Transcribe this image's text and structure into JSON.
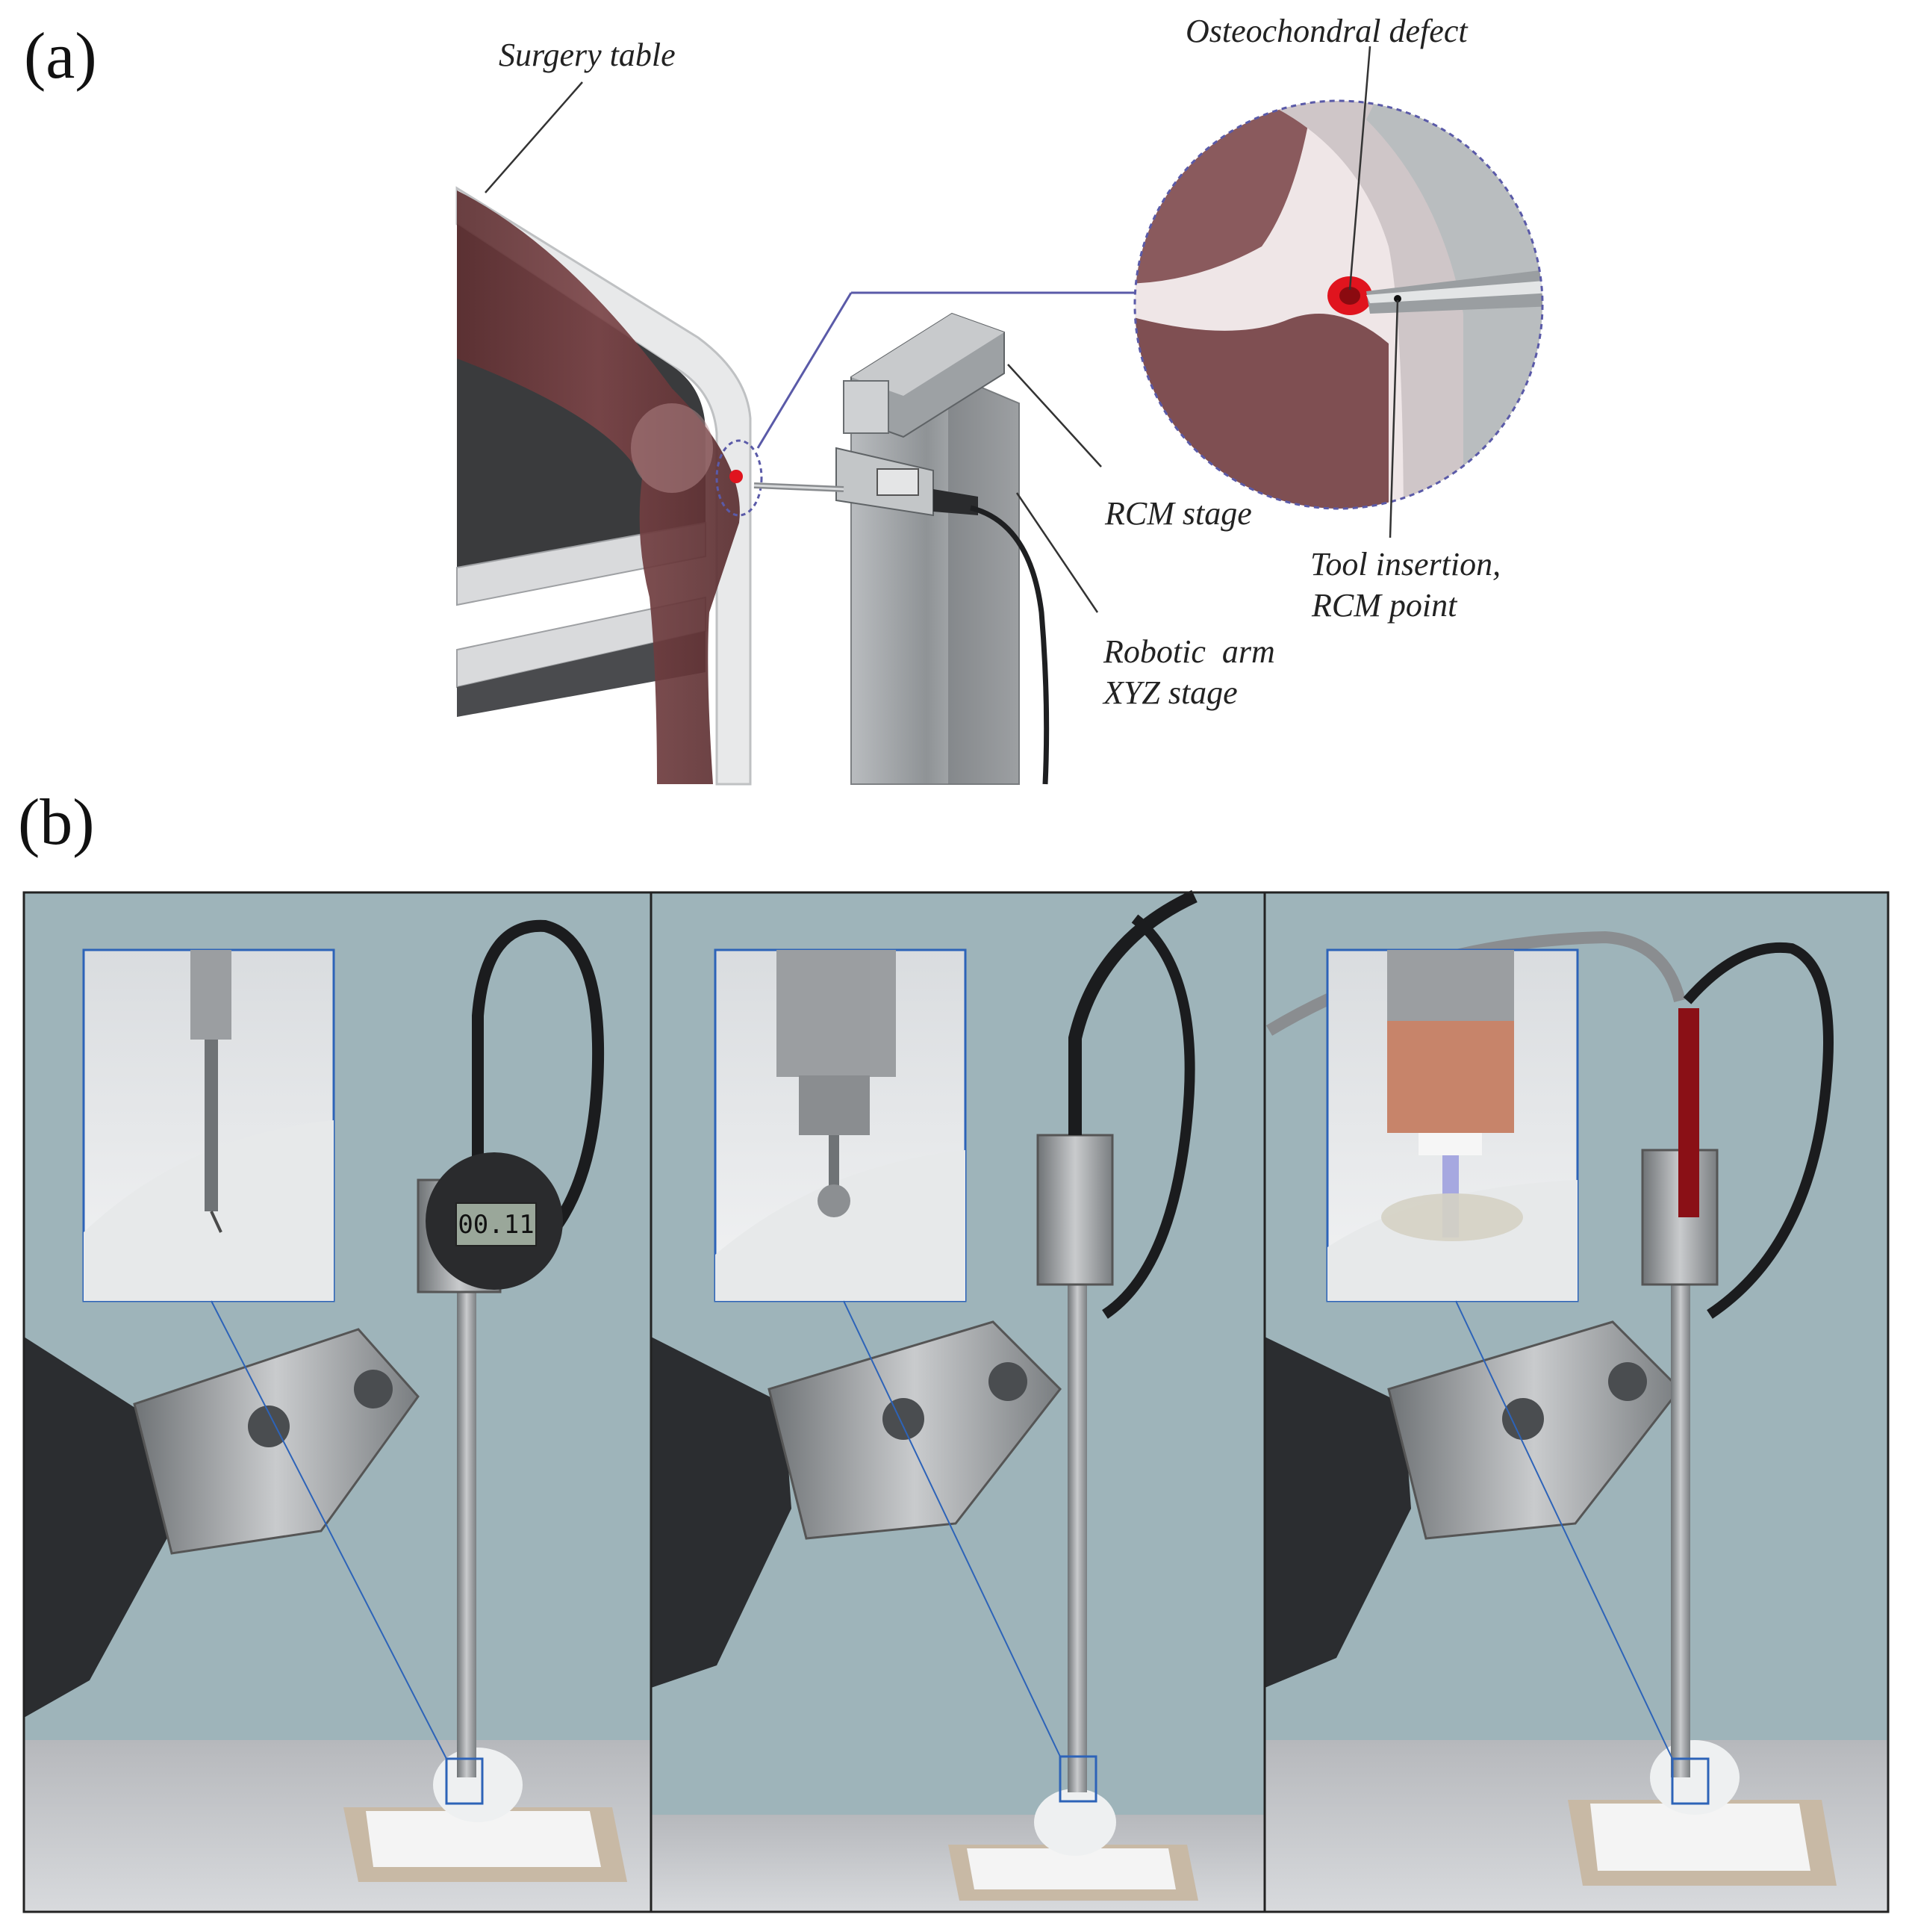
{
  "figure": {
    "panel_a": {
      "label": "(a)",
      "callouts": {
        "surgery_table": "Surgery table",
        "osteochondral_defect": "Osteochondral defect",
        "rcm_stage": "RCM stage",
        "tool_insertion_line1": "Tool insertion,",
        "tool_insertion_line2": "RCM point",
        "robotic_arm_line1": "Robotic  arm",
        "robotic_arm_line2": "XYZ stage"
      },
      "colors": {
        "knee": "#6e3a3c",
        "defect": "#e0141e",
        "magnifier_outline": "#5a5aa8"
      }
    },
    "panel_b": {
      "label": "(b)",
      "indicator_reading": "00.11",
      "colors": {
        "backdrop": "#9eb4ba",
        "inset_border": "#2d63b8"
      }
    }
  }
}
